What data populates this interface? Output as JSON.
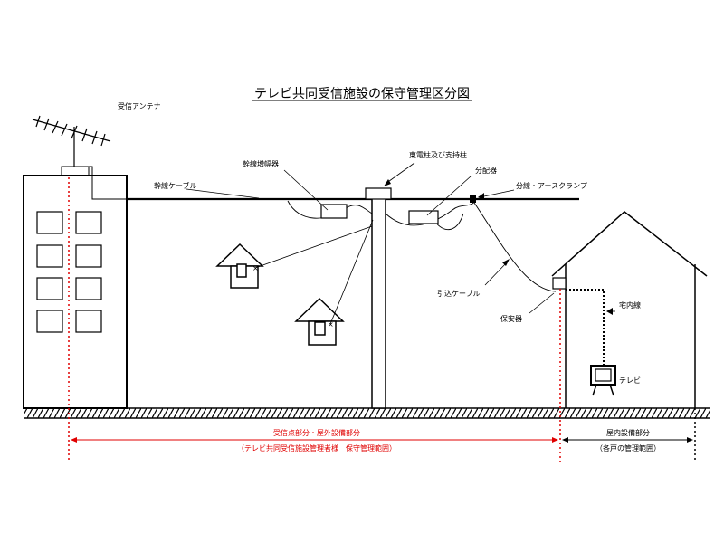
{
  "title": "テレビ共同受信施設の保守管理区分図",
  "labels": {
    "antenna": "受信アンテナ",
    "amplifier": "幹線増幅器",
    "pole": "東電柱及び支持柱",
    "trunk_cable": "幹線ケーブル",
    "splitter": "分配器",
    "earth_clamp": "分線・アースクランプ",
    "drop_cable": "引込ケーブル",
    "indoor_wire": "宅内線",
    "protector": "保安器",
    "tv": "テレビ"
  },
  "ranges": {
    "outdoor_title": "受信点部分・屋外設備部分",
    "outdoor_sub": "（テレビ共同受信施設管理者様　保守管理範囲）",
    "indoor_title": "屋内設備部分",
    "indoor_sub": "（各戸の管理範囲）"
  },
  "colors": {
    "line": "#000000",
    "range": "#e00000"
  }
}
